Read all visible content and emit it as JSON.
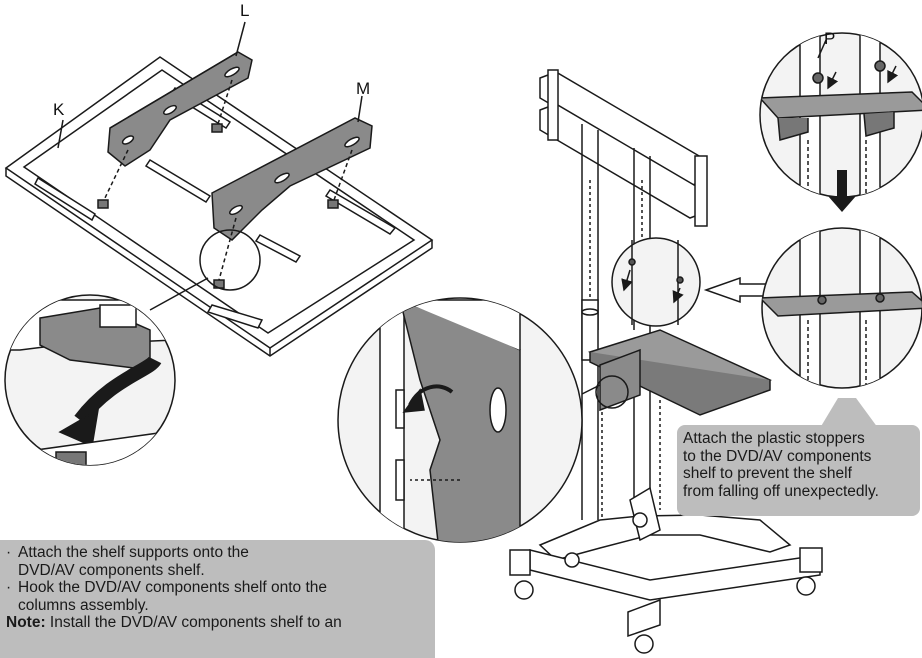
{
  "labels": {
    "k": "K",
    "l": "L",
    "m": "M",
    "p": "P"
  },
  "callout_right": {
    "line1": "Attach the plastic stoppers",
    "line2": "to the DVD/AV components",
    "line3": "shelf to prevent the shelf",
    "line4": "from falling off unexpectedly."
  },
  "callout_bottom": {
    "bullet": "·",
    "step1_line1": "Attach the shelf supports onto the",
    "step1_line2": "DVD/AV components shelf.",
    "step2_line1": "Hook the DVD/AV components shelf onto the",
    "step2_line2": "columns assembly.",
    "note_label": "Note:",
    "note_text": "Install the DVD/AV components shelf to an"
  },
  "colors": {
    "line": "#1a1a1a",
    "callout_bg": "#bdbdbd",
    "part_fill": "#8a8a8a",
    "shelf_fill": "#9a9a9a",
    "zoom_fill": "#f3f3f3"
  }
}
